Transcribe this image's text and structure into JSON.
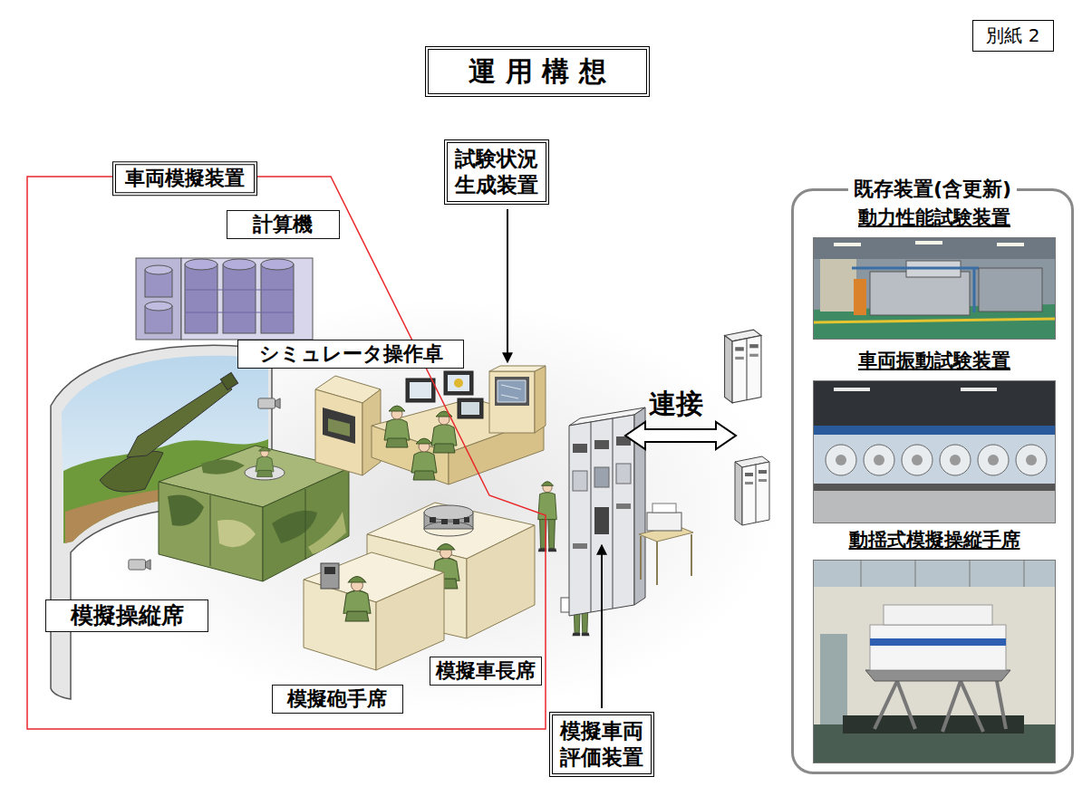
{
  "diagram": {
    "title": "運 用 構 想",
    "nodes": [
      {
        "text": [
          "別紙 2"
        ]
      },
      {
        "text": [
          "車両模擬装置"
        ]
      },
      {
        "text": [
          "計算機"
        ],
        "in": 1
      },
      {
        "text": [
          "シミュレータ操作卓"
        ],
        "in": 1
      },
      {
        "text": [
          "模擬操縦席"
        ],
        "in": 1
      },
      {
        "text": [
          "模擬車長席"
        ],
        "in": 1
      },
      {
        "text": [
          "模擬砲手席"
        ],
        "in": 1
      },
      {
        "text": [
          "試験状況 生成装置"
        ]
      },
      {
        "text": [
          "模擬車両 評価装置"
        ]
      },
      {
        "text": [
          "既存装置(含更新)"
        ]
      },
      {
        "text": [
          "動力性能試験装置"
        ],
        "in": 9
      },
      {
        "text": [
          "車両振動試験装置"
        ],
        "in": 9
      },
      {
        "text": [
          "動揺式模擬操縦手席"
        ],
        "in": 9
      }
    ],
    "labels": [
      "連接"
    ]
  }
}
